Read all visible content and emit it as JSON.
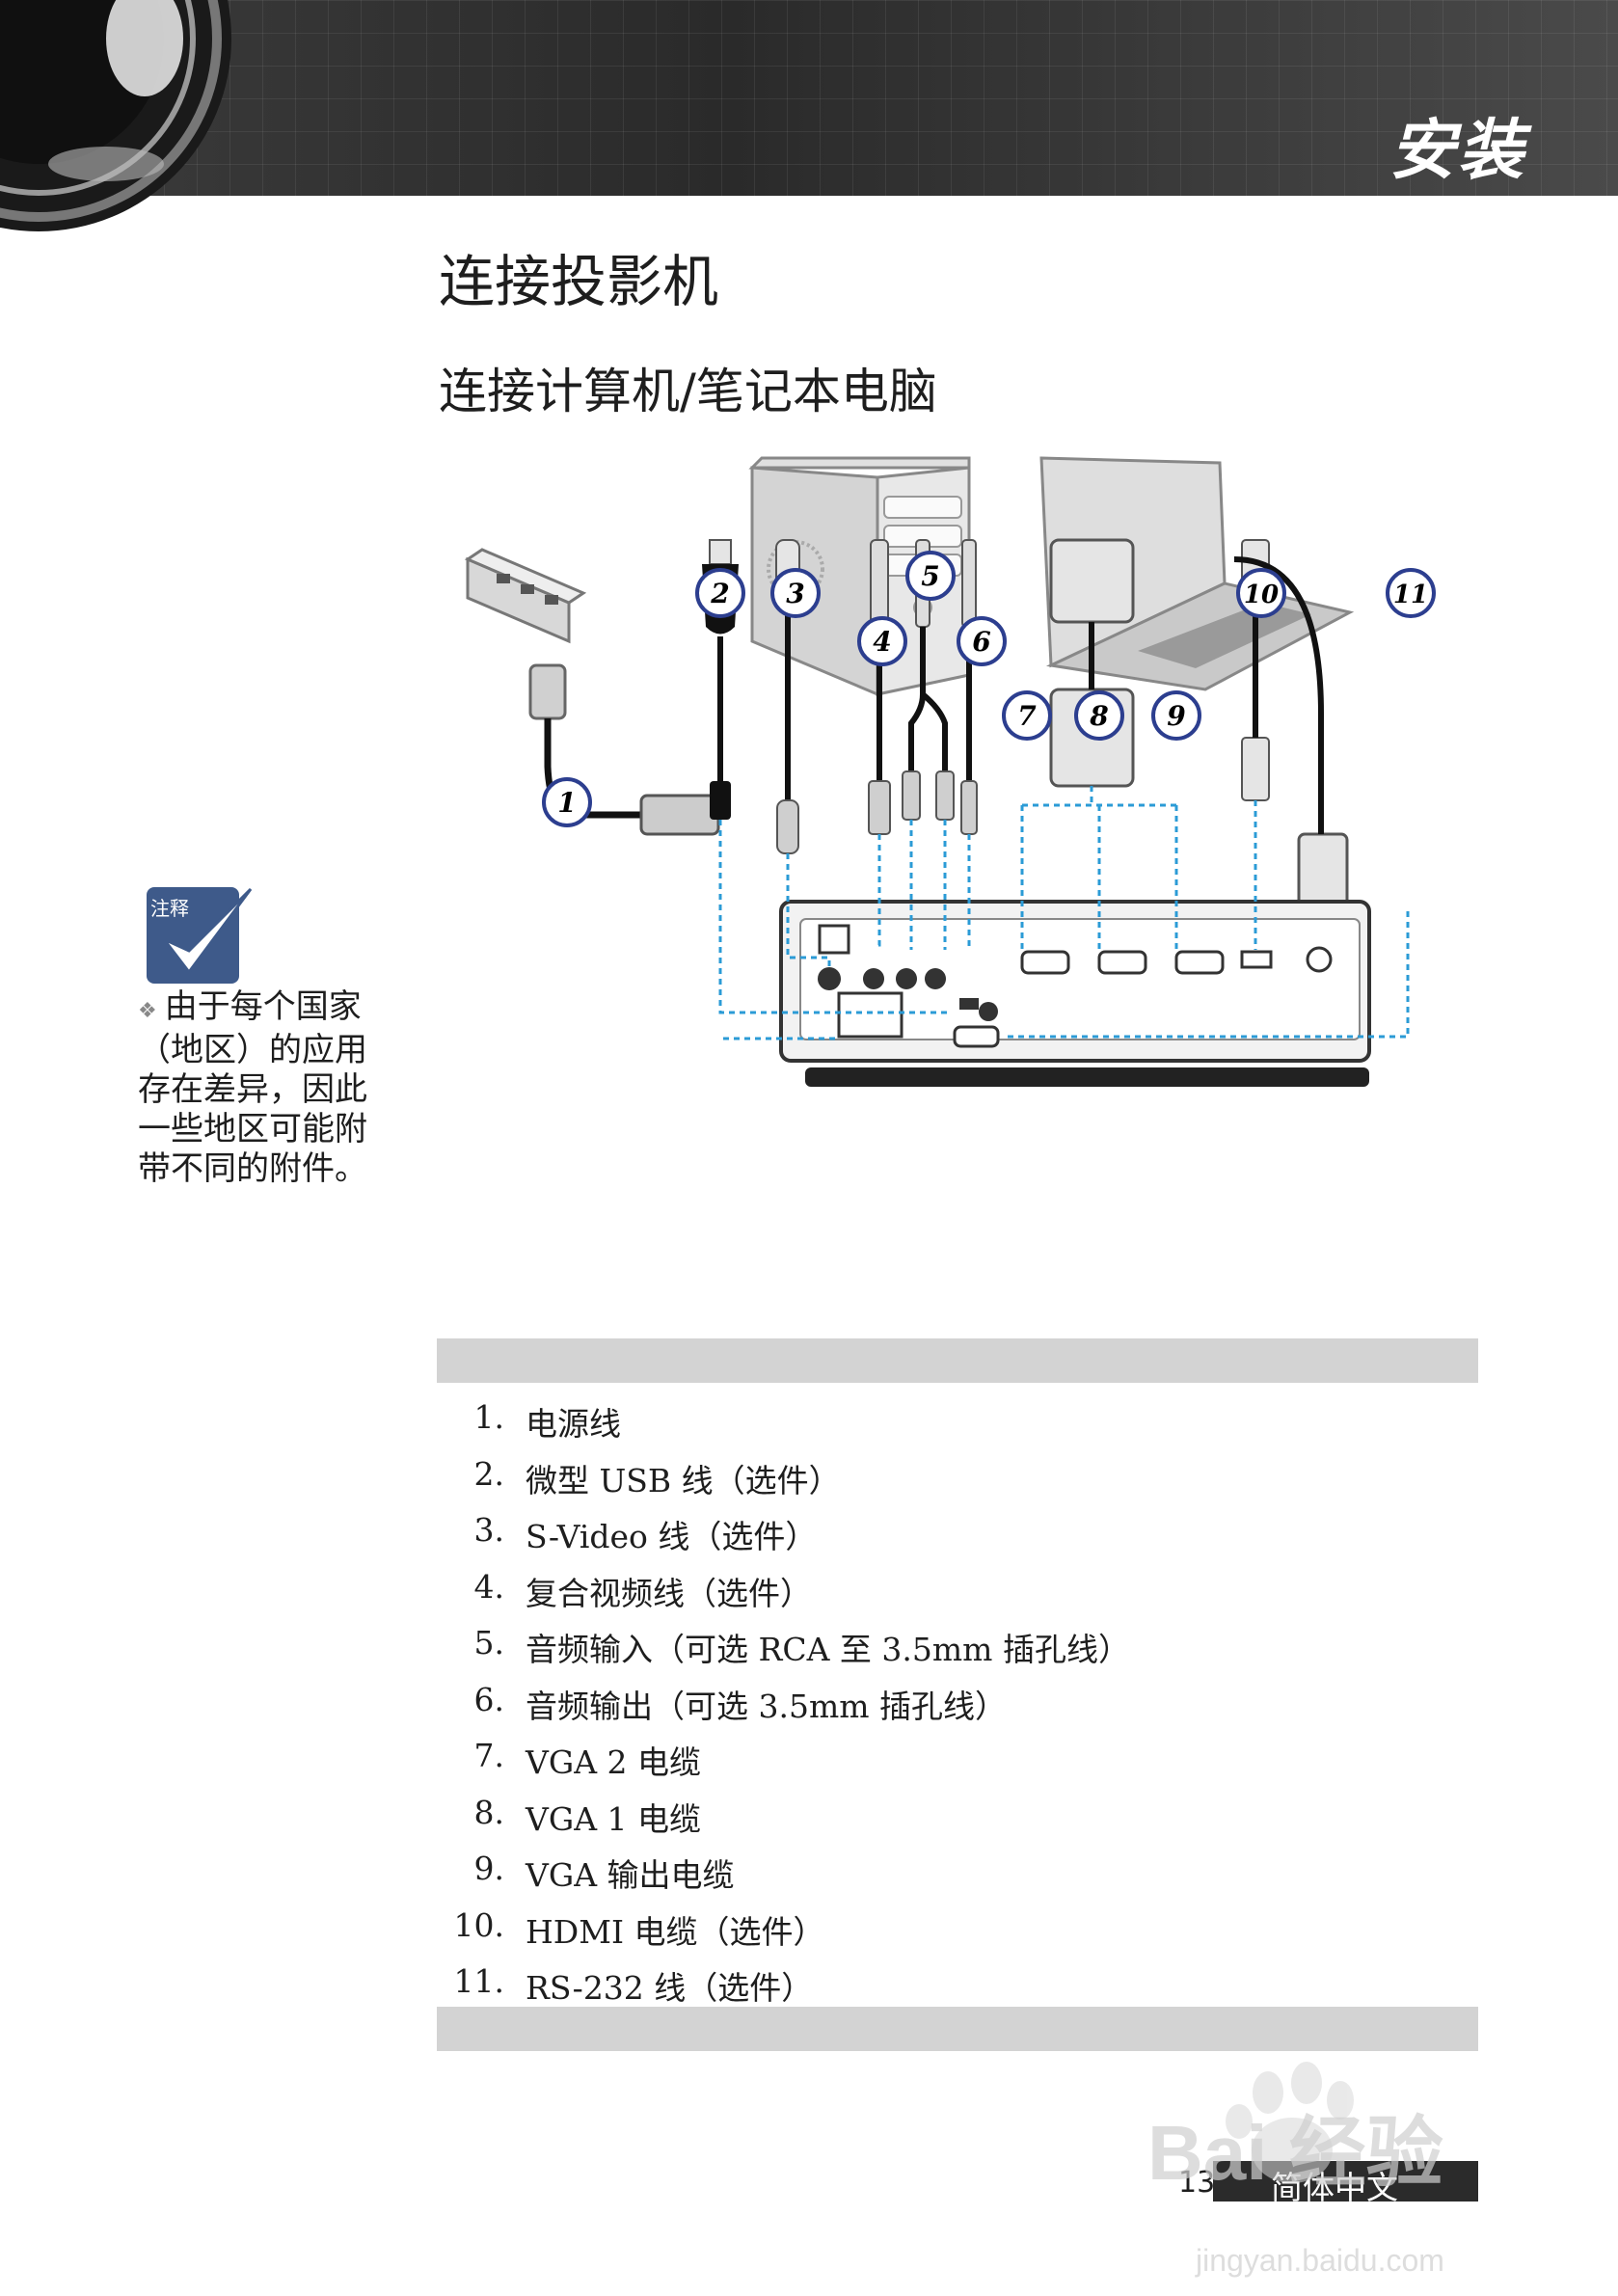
{
  "header": {
    "title": "安装"
  },
  "page_title": "连接投影机",
  "section_title": "连接计算机/笔记本电脑",
  "note": {
    "label": "注释",
    "text": "由于每个国家（地区）的应用存在差异，因此一些地区可能附带不同的附件。"
  },
  "diagram": {
    "callouts": [
      "1",
      "2",
      "3",
      "4",
      "5",
      "6",
      "7",
      "8",
      "9",
      "10",
      "11"
    ]
  },
  "legend": [
    {
      "num": "1.",
      "text": "电源线"
    },
    {
      "num": "2.",
      "text": "微型 USB 线（选件）"
    },
    {
      "num": "3.",
      "text": "S-Video 线（选件）"
    },
    {
      "num": "4.",
      "text": "复合视频线（选件）"
    },
    {
      "num": "5.",
      "text": "音频输入（可选 RCA 至 3.5mm 插孔线）"
    },
    {
      "num": "6.",
      "text": "音频输出（可选 3.5mm 插孔线）"
    },
    {
      "num": "7.",
      "text": "VGA 2 电缆"
    },
    {
      "num": "8.",
      "text": "VGA 1 电缆"
    },
    {
      "num": "9.",
      "text": "VGA 输出电缆"
    },
    {
      "num": "10.",
      "text": "HDMI 电缆（选件）"
    },
    {
      "num": "11.",
      "text": "RS-232 线（选件）"
    }
  ],
  "footer": {
    "page_number": "13",
    "language": "简体中文"
  },
  "watermark": {
    "brand": "Bai 经验",
    "url": "jingyan.baidu.com"
  },
  "colors": {
    "header": "#333333",
    "band": "#d3d3d3",
    "callout_border": "#2c3e8f",
    "dashed_line": "#2b9bd6",
    "note_box": "#3e5a8a"
  }
}
